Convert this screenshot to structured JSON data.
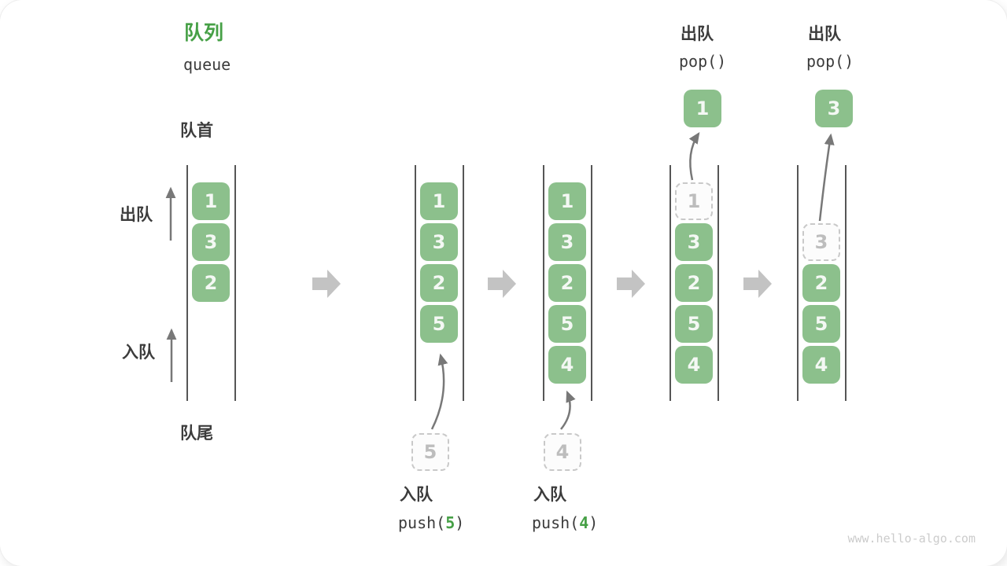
{
  "diagram": {
    "title_zh": "队列",
    "title_en": "queue",
    "front_label": "队首",
    "rear_label": "队尾",
    "dequeue_label": "出队",
    "enqueue_label": "入队",
    "watermark": "www.hello-algo.com"
  },
  "operations": {
    "push5": {
      "name": "入队",
      "code_pre": "push(",
      "code_arg": "5",
      "code_post": ")"
    },
    "push4": {
      "name": "入队",
      "code_pre": "push(",
      "code_arg": "4",
      "code_post": ")"
    },
    "pop1": {
      "name": "出队",
      "code": "pop()"
    },
    "pop2": {
      "name": "出队",
      "code": "pop()"
    }
  },
  "states": [
    {
      "queue": [
        "1",
        "3",
        "2"
      ]
    },
    {
      "queue": [
        "1",
        "3",
        "2",
        "5"
      ],
      "incoming": "5"
    },
    {
      "queue": [
        "1",
        "3",
        "2",
        "5",
        "4"
      ],
      "incoming": "4"
    },
    {
      "queue": [
        "3",
        "2",
        "5",
        "4"
      ],
      "removed": "1",
      "popped": "1"
    },
    {
      "queue": [
        "2",
        "5",
        "4"
      ],
      "removed": "3",
      "popped": "3"
    }
  ],
  "colors": {
    "box_green": "#8cc08c",
    "accent_green": "#46a046",
    "text_dark": "#3c3c3c",
    "thin_arrow_gray": "#787878",
    "block_arrow_gray": "#c3c3c3",
    "dashed_border_gray": "#c9c9c9",
    "line_gray": "#565656",
    "watermark_gray": "#cccccc"
  }
}
